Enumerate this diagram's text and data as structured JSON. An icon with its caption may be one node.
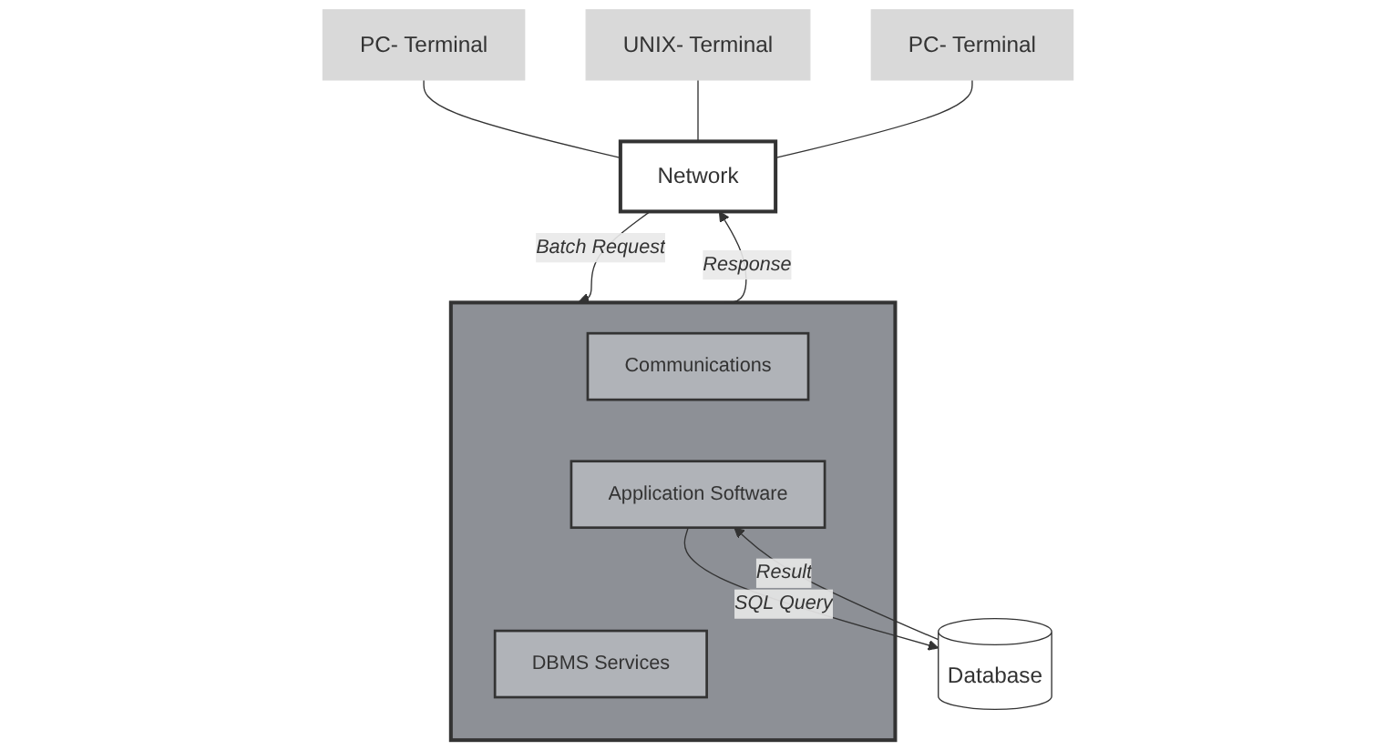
{
  "diagram": {
    "nodes": [
      {
        "text": [
          "PC- Terminal"
        ]
      },
      {
        "text": [
          "UNIX- Terminal"
        ]
      },
      {
        "text": [
          "PC- Terminal"
        ]
      },
      {
        "text": [
          "Network"
        ]
      },
      {
        "text": [],
        "shape": "box"
      },
      {
        "text": [
          "Communications"
        ],
        "in": 4
      },
      {
        "text": [
          "Application Software"
        ],
        "in": 4
      },
      {
        "text": [
          "DBMS Services"
        ],
        "in": 4
      },
      {
        "text": [
          "Database"
        ]
      }
    ],
    "edges": [
      {
        "from": 0,
        "to": 3,
        "arrow": "none"
      },
      {
        "from": 1,
        "to": 3,
        "arrow": "none"
      },
      {
        "from": 2,
        "to": 3,
        "arrow": "none"
      },
      {
        "from": 3,
        "to": 4,
        "arrow": "to",
        "label": "Batch Request"
      },
      {
        "from": 4,
        "to": 3,
        "arrow": "to",
        "label": "Response"
      },
      {
        "from": 8,
        "to": 6,
        "arrow": "to",
        "label": "Result"
      },
      {
        "from": 6,
        "to": 8,
        "arrow": "to",
        "label": "SQL Query"
      }
    ]
  }
}
